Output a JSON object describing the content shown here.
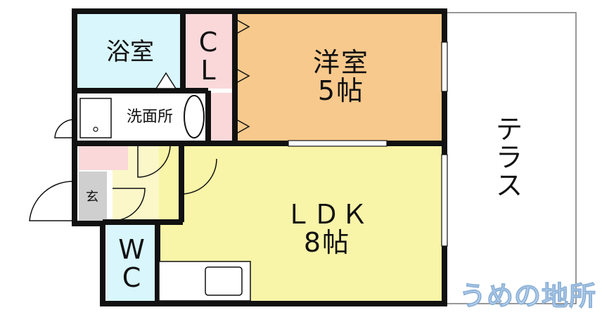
{
  "rooms": {
    "bath": "浴室",
    "closet": "C\nL",
    "western": "洋室\n5帖",
    "washroom": "洗面所",
    "entrance": "玄",
    "wc": "W\nC",
    "ldk": "ＬＤＫ\n8帖",
    "terrace": "テ\nラ\nス"
  },
  "watermark": "うめの地所",
  "colors": {
    "bath": "#d8f6fb",
    "closet": "#fad8da",
    "western": "#f8c98c",
    "ldk": "#f8f4a8",
    "entrance_hall": "#fbf7c8",
    "washroom": "#ffffff",
    "entrance": "#cfcfcf",
    "wall": "#111111"
  }
}
